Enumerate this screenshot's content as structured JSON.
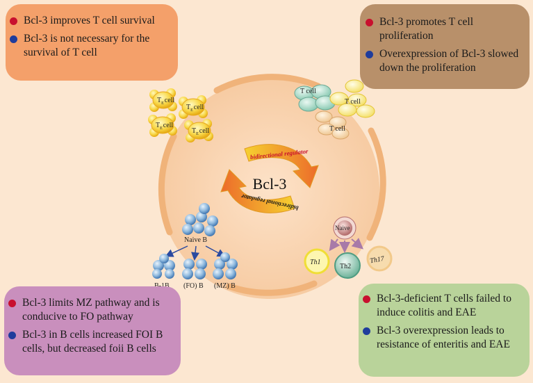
{
  "colors": {
    "background": "#fce7d1",
    "top_left_box": "#f4a06a",
    "top_right_box": "#b8906a",
    "bottom_left_box": "#c98fbd",
    "bottom_right_box": "#b9d39a",
    "red_bullet": "#c8102e",
    "blue_bullet": "#1f3c9c"
  },
  "boxes": {
    "top_left": {
      "item1": "Bcl-3 improves T cell survival",
      "item2": "Bcl-3 is not necessary for the survival of  T cell"
    },
    "top_right": {
      "item1": "Bcl-3 promotes T cell proliferation",
      "item2": "Overexpression of Bcl-3 slowed down the proliferation"
    },
    "bottom_left": {
      "item1": "Bcl-3 limits MZ pathway and is conducive to FO pathway",
      "item2": "Bcl-3 in B cells increased FOI B cells, but decreased foii B cells"
    },
    "bottom_right": {
      "item1": "Bcl-3-deficient T cells failed to induce colitis and EAE",
      "item2": "Bcl-3 overexpression leads to resistance of enteritis and EAE"
    }
  },
  "center": {
    "label": "Bcl-3",
    "arrow_top": "bidirectional regulator",
    "arrow_bottom": "bidirectional regulator"
  },
  "cells": {
    "t_cell_label": "T cell",
    "tl_cell_prefix": "T",
    "tl_cell_word": "cell",
    "tl_sub1": "E",
    "tl_sub2": "E",
    "tl_sub3": "E",
    "tl_sub4": "E",
    "naive_b": "Naive B",
    "b1b": "B-1B",
    "fo_b": "(FO) B",
    "mz_b": "(MZ) B",
    "naive": "Naive",
    "th1": "Th1",
    "th2": "Th2",
    "th17": "Th17"
  }
}
